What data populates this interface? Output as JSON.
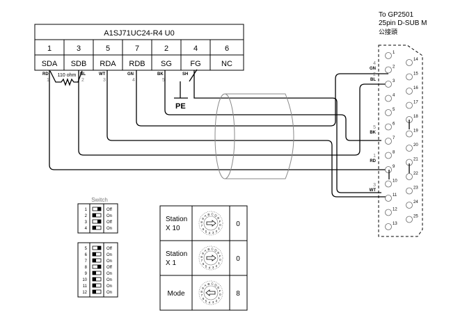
{
  "module": {
    "title": "A1SJ71UC24-R4 U0",
    "pins": [
      "1",
      "3",
      "5",
      "7",
      "2",
      "4",
      "6"
    ],
    "signals": [
      "SDA",
      "SDB",
      "RDA",
      "RDB",
      "SG",
      "FG",
      "NC"
    ],
    "wire_labels": [
      {
        "color": "RD",
        "num": "1"
      },
      {
        "color": "BL",
        "num": "2"
      },
      {
        "color": "WT",
        "num": "3"
      },
      {
        "color": "GN",
        "num": "4"
      },
      {
        "color": "BK",
        "num": "5"
      },
      {
        "color": "SH",
        "num": ""
      }
    ],
    "resistor_label": "110 ohm",
    "ground_label": "PE"
  },
  "connector": {
    "title_line1": "To GP2501",
    "title_line2": "25pin D-SUB M",
    "title_line3": "公接頭",
    "pins_left": [
      "1",
      "2",
      "3",
      "4",
      "5",
      "6",
      "7",
      "8",
      "9",
      "10",
      "11",
      "12",
      "13"
    ],
    "pins_right": [
      "14",
      "15",
      "16",
      "17",
      "18",
      "19",
      "20",
      "21",
      "22",
      "23",
      "24",
      "25"
    ],
    "wire_labels": [
      {
        "num": "4",
        "color": "GN"
      },
      {
        "num": "2",
        "color": "BL"
      },
      {
        "num": "5",
        "color": "BK"
      },
      {
        "num": "1",
        "color": "RD"
      },
      {
        "num": "3",
        "color": "WT"
      }
    ]
  },
  "switch": {
    "title": "Switch",
    "group1": [
      {
        "num": "1",
        "state": "Off"
      },
      {
        "num": "2",
        "state": "On"
      },
      {
        "num": "3",
        "state": "Off"
      },
      {
        "num": "4",
        "state": "On"
      }
    ],
    "group2": [
      {
        "num": "5",
        "state": "Off"
      },
      {
        "num": "6",
        "state": "On"
      },
      {
        "num": "7",
        "state": "On"
      },
      {
        "num": "8",
        "state": "Off"
      },
      {
        "num": "9",
        "state": "On"
      },
      {
        "num": "10",
        "state": "On"
      },
      {
        "num": "11",
        "state": "On"
      },
      {
        "num": "12",
        "state": "On"
      }
    ]
  },
  "rotary": {
    "rows": [
      {
        "label_line1": "Station",
        "label_line2": "X 10",
        "value": "0"
      },
      {
        "label_line1": "Station",
        "label_line2": "X 1",
        "value": "0"
      },
      {
        "label_line1": "Mode",
        "label_line2": "",
        "value": "8"
      }
    ],
    "dial_chars": [
      "0",
      "1",
      "2",
      "3",
      "4",
      "5",
      "6",
      "7",
      "8",
      "9",
      "A",
      "B",
      "C",
      "D",
      "E",
      "F"
    ]
  }
}
